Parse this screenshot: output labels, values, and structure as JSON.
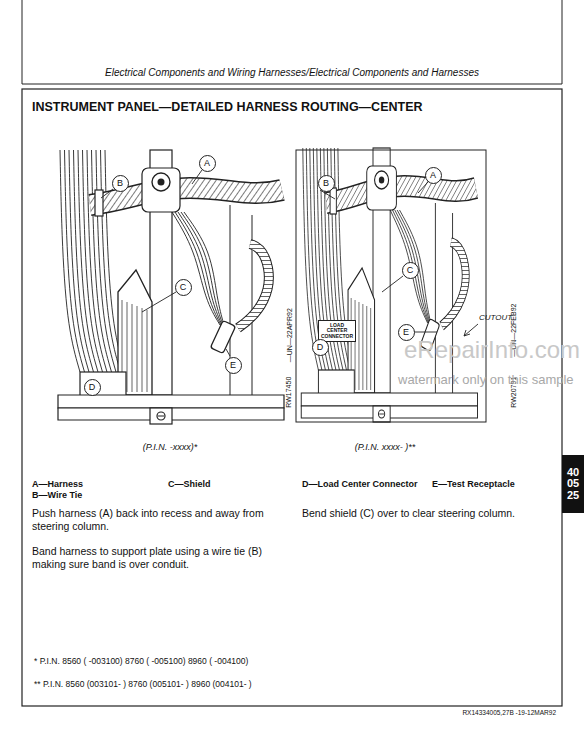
{
  "diagram": {
    "title": "INSTRUMENT PANEL—DETAILED HARNESS ROUTING—CENTER",
    "nodes": [
      {
        "text": [
          "A"
        ]
      },
      {
        "text": [
          "B"
        ]
      },
      {
        "text": [
          "C"
        ]
      },
      {
        "text": [
          "E"
        ]
      },
      {
        "text": [
          "D"
        ]
      },
      {
        "text": [
          "A"
        ]
      },
      {
        "text": [
          "B"
        ]
      },
      {
        "text": [
          "C"
        ]
      },
      {
        "text": [
          "LOAD CENTER CONNECTOR"
        ]
      },
      {
        "text": [
          "E"
        ]
      },
      {
        "text": [
          "D"
        ]
      },
      {
        "text": [
          "40 05 25"
        ]
      }
    ],
    "labels": [
      "Electrical Components and Wiring Harnesses/Electrical Components and Harnesses",
      "(P.I.N. -xxxx)*",
      "—UN—22APR92",
      "RW17450",
      "(P.I.N. xxxx- )**",
      "—UN—22FEB92",
      "RW20791",
      "CUTOUT",
      "A—Harness",
      "B—Wire Tie",
      "C—Shield",
      "D—Load Center Connector",
      "E—Test Receptacle",
      "Push harness (A) back into recess and away from steering column.",
      "Band harness to support plate using a wire tie (B) making sure band is over conduit.",
      "Bend shield (C) over to clear steering column.",
      "* P.I.N. 8560 ( -003100) 8760 ( -005100) 8960 ( -004100)",
      "** P.I.N. 8560 (003101- ) 8760 (005101- ) 8960 (004101- )",
      "RX14334005,27B -19-12MAR92",
      "eRepairInfo.com",
      "watermark only on this sample"
    ]
  }
}
